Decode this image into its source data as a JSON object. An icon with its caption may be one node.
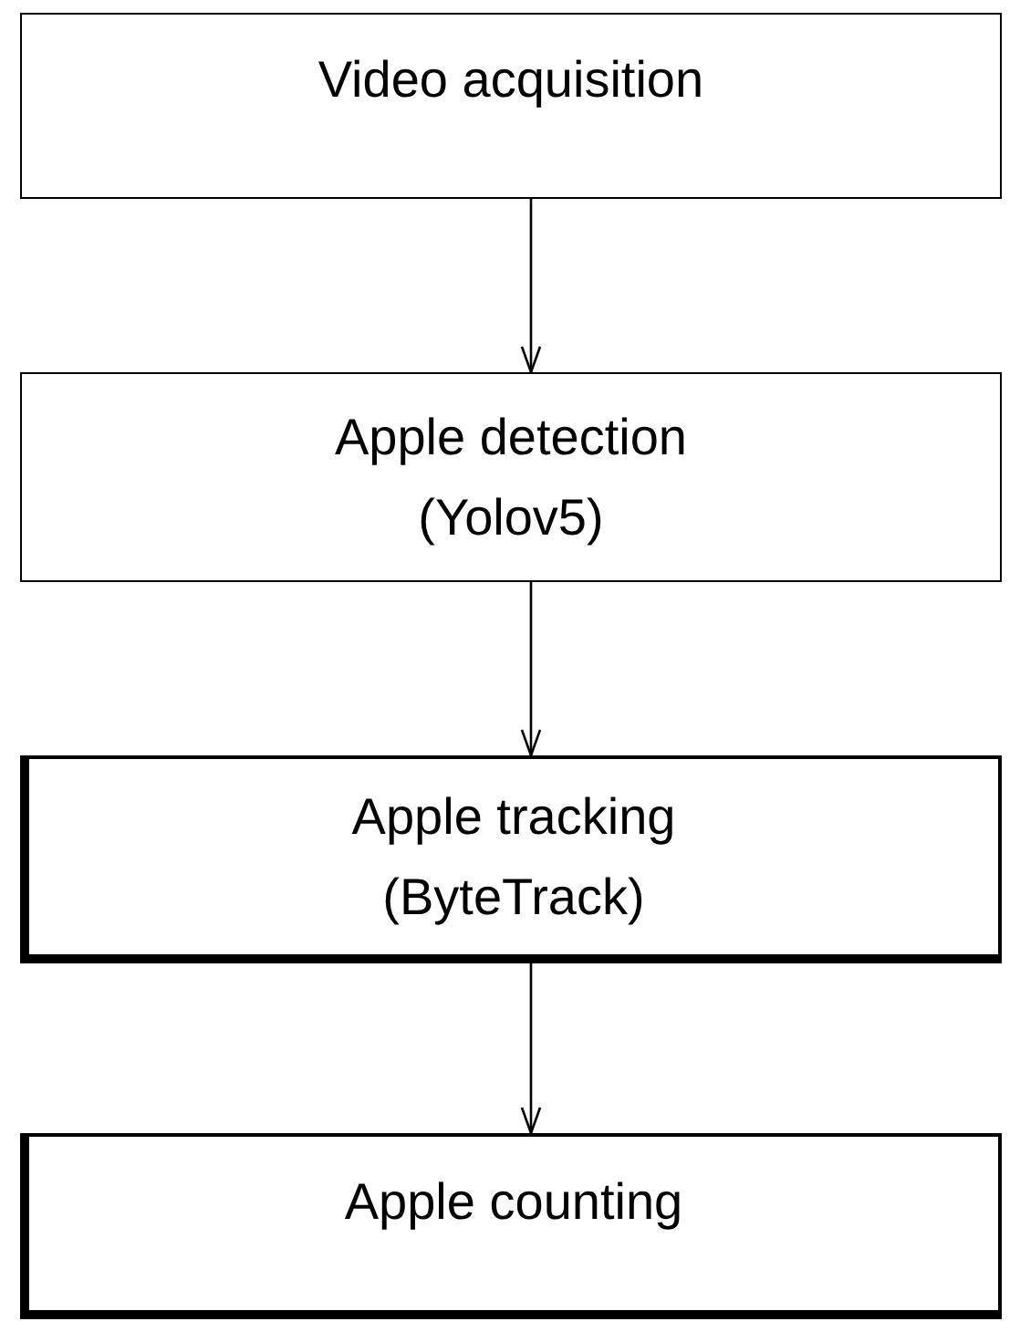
{
  "diagram": {
    "nodes": [
      {
        "text": [
          "Video acquisition"
        ]
      },
      {
        "text": [
          "Apple detection (Yolov5)"
        ]
      },
      {
        "text": [
          "Apple tracking (ByteTrack)"
        ]
      },
      {
        "text": [
          "Apple counting"
        ]
      }
    ],
    "edges": [
      {
        "from": 0,
        "to": 1,
        "arrow": "to"
      },
      {
        "from": 1,
        "to": 2,
        "arrow": "to"
      },
      {
        "from": 2,
        "to": 3,
        "arrow": "to"
      }
    ]
  }
}
